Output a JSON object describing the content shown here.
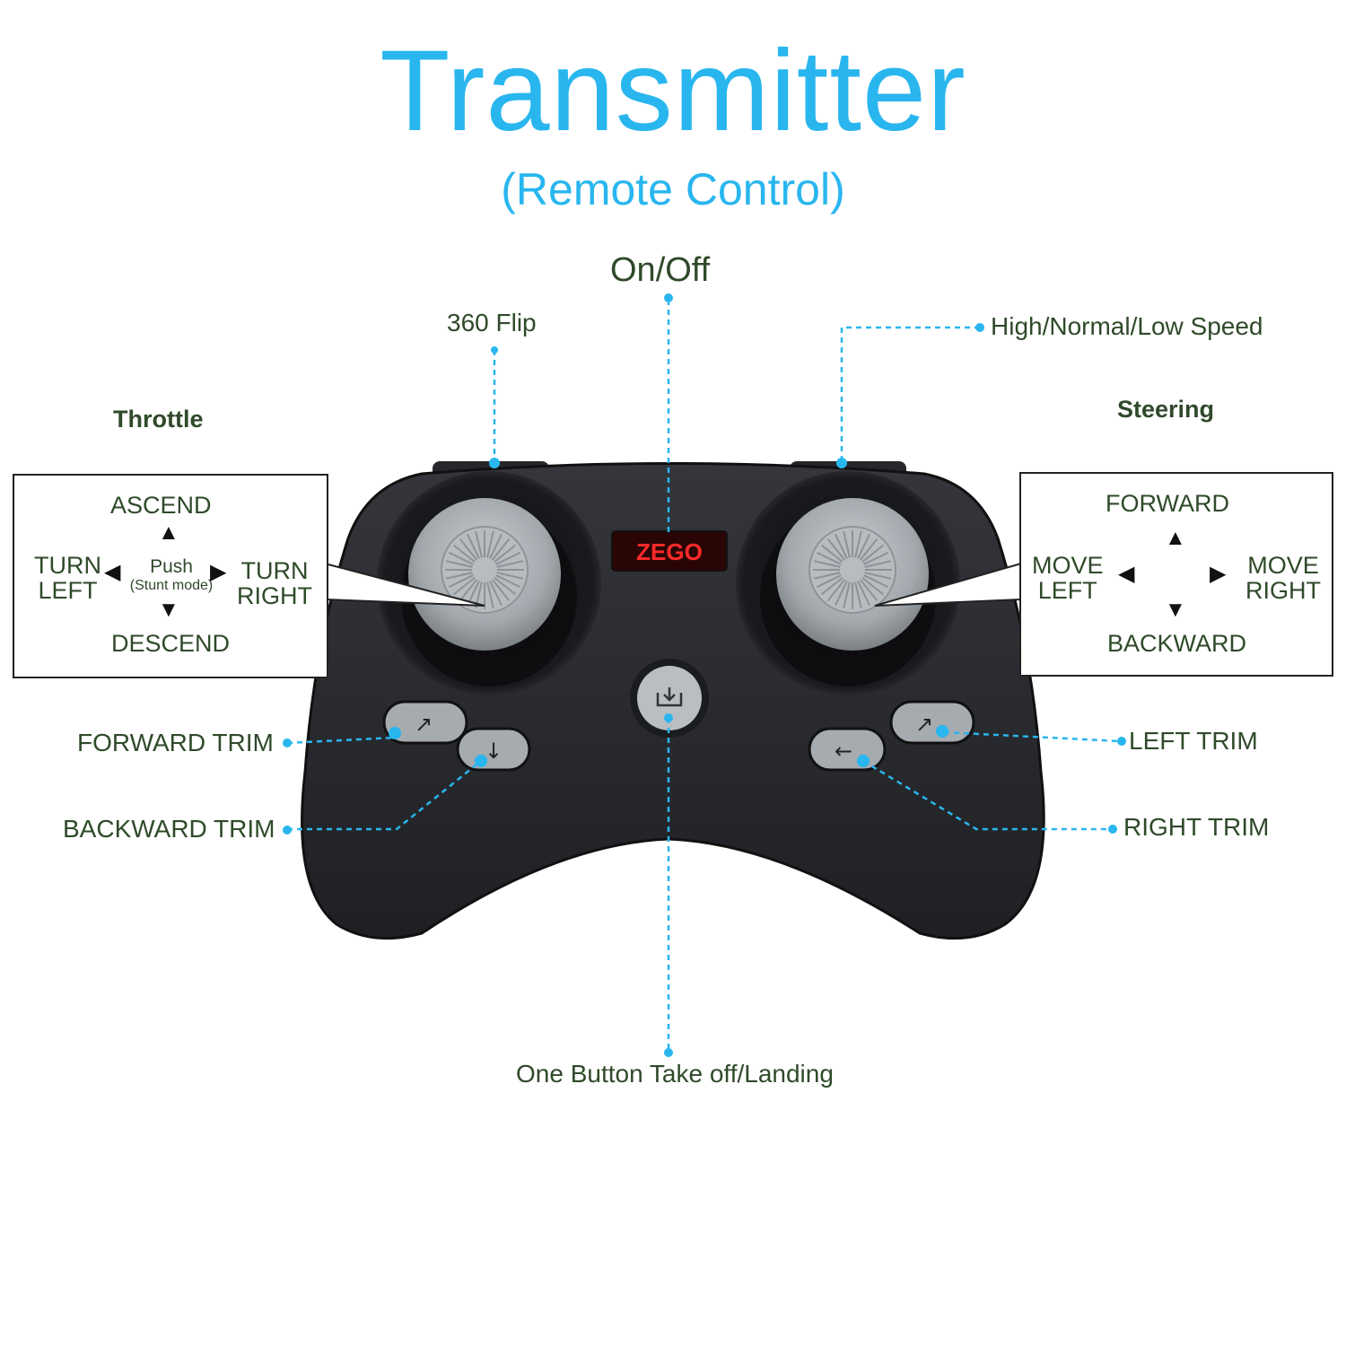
{
  "header": {
    "title": "Transmitter",
    "subtitle": "(Remote Control)"
  },
  "top_labels": {
    "on_off": "On/Off",
    "flip": "360 Flip",
    "speed": "High/Normal/Low Speed"
  },
  "throttle": {
    "heading": "Throttle",
    "up": "ASCEND",
    "down": "DESCEND",
    "left": "TURN\nLEFT",
    "right": "TURN\nRIGHT",
    "center_main": "Push",
    "center_sub": "(Stunt mode)"
  },
  "steering": {
    "heading": "Steering",
    "up": "FORWARD",
    "down": "BACKWARD",
    "left": "MOVE\nLEFT",
    "right": "MOVE\nRIGHT"
  },
  "trims": {
    "forward_trim": "FORWARD TRIM",
    "backward_trim": "BACKWARD TRIM",
    "left_trim": "LEFT TRIM",
    "right_trim": "RIGHT TRIM"
  },
  "bottom_label": "One Button Take off/Landing",
  "display_text": "ZEGO",
  "colors": {
    "accent": "#29b6ef",
    "label_text": "#2f4a2a",
    "controller_body": "#2b2d31",
    "stick_gray": "#a9aeb3",
    "display_red": "#ff2a2a"
  }
}
